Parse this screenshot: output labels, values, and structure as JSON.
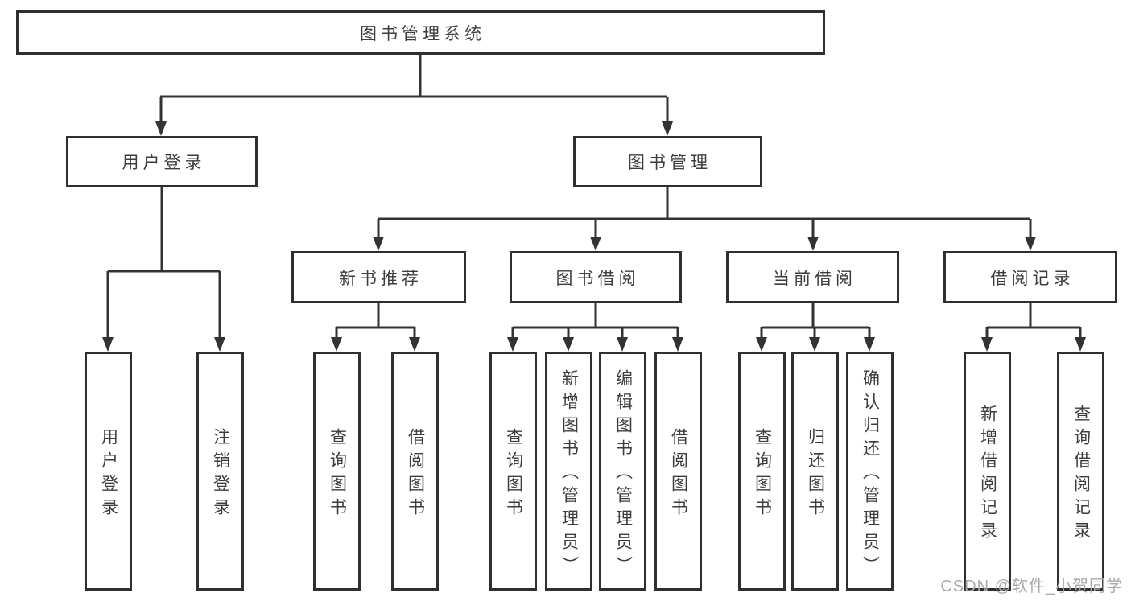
{
  "diagram": {
    "title": "图书管理系统",
    "branches": {
      "user_login": {
        "label": "用户登录",
        "children": [
          "用户登录",
          "注销登录"
        ]
      },
      "book_management": {
        "label": "图书管理",
        "sections": [
          {
            "label": "新书推荐",
            "children": [
              "查询图书",
              "借阅图书"
            ]
          },
          {
            "label": "图书借阅",
            "children": [
              "查询图书",
              "新增图书（管理员）",
              "编辑图书（管理员）",
              "借阅图书"
            ]
          },
          {
            "label": "当前借阅",
            "children": [
              "查询图书",
              "归还图书",
              "确认归还（管理员）"
            ]
          },
          {
            "label": "借阅记录",
            "children": [
              "新增借阅记录",
              "查询借阅记录"
            ]
          }
        ]
      }
    }
  },
  "watermark": {
    "text": "CSDN @软件_小贺同学"
  },
  "colors": {
    "line": "#333333",
    "border": "#2f2f2f",
    "text": "#3d3d3d",
    "watermark": "#a9a9a9",
    "background": "#ffffff"
  }
}
